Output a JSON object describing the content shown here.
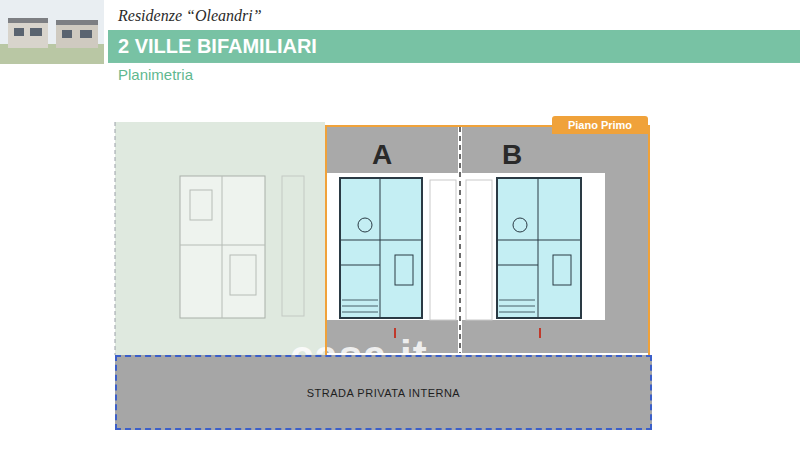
{
  "diagram": {
    "title": "Residenze “Oleandri”",
    "nodes": [
      {
        "text": [
          "2 VILLE BIFAMILIARI"
        ]
      },
      {
        "text": [
          "A"
        ]
      },
      {
        "text": [
          "B"
        ]
      },
      {
        "text": [
          "Piano Primo"
        ]
      },
      {
        "text": [
          "STRADA PRIVATA INTERNA"
        ]
      }
    ],
    "labels": [
      "Planimetria",
      "casa.it"
    ]
  }
}
